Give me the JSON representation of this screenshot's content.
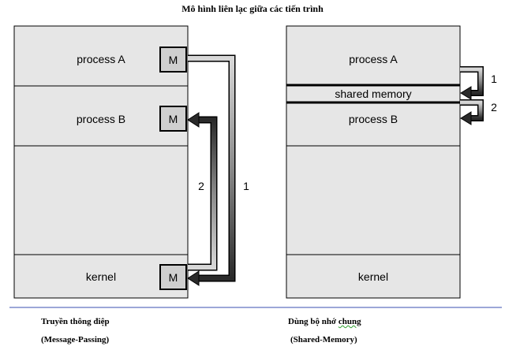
{
  "title": "Mô hình liên lạc giữa các tiến trình",
  "left": {
    "process_a": "process A",
    "process_b": "process B",
    "kernel": "kernel",
    "m_a": "M",
    "m_b": "M",
    "m_kernel": "M",
    "arrow_1_label": "1",
    "arrow_2_label": "2",
    "caption_line1": "Truyền thông điệp",
    "caption_line2": "(Message-Passing)"
  },
  "right": {
    "process_a": "process A",
    "shared_memory": "shared memory",
    "process_b": "process B",
    "kernel": "kernel",
    "arrow_1_label": "1",
    "arrow_2_label": "2",
    "caption_line1_prefix": "Dùng bộ nhớ ",
    "caption_line1_underlined": "chung",
    "caption_line2": "(Shared-Memory)"
  },
  "colors": {
    "panel_fill": "#e6e6e6",
    "m_fill": "#cfcfcf",
    "divider": "#3a4fb0",
    "arrow_light": "#a8a8a8",
    "arrow_dark": "#3a3a3a"
  }
}
